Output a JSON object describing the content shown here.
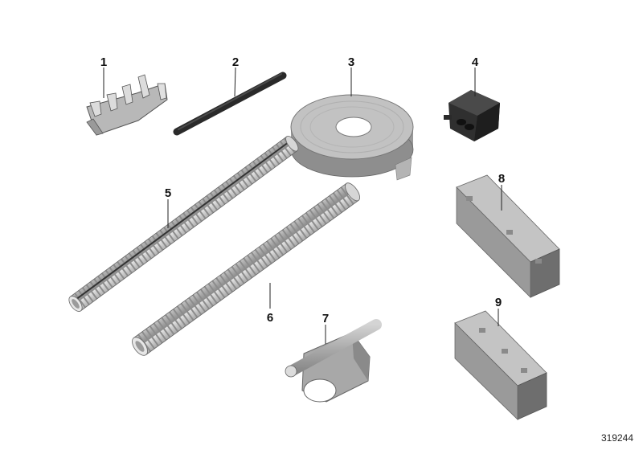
{
  "callouts": [
    "1",
    "2",
    "3",
    "4",
    "5",
    "6",
    "7",
    "8",
    "9"
  ],
  "reference_number": "319244",
  "colors": {
    "part_light": "#c9c9c9",
    "part_mid": "#a9a9a9",
    "part_dark": "#6e6e6e",
    "part_black": "#2a2a2a",
    "line": "#222222"
  }
}
